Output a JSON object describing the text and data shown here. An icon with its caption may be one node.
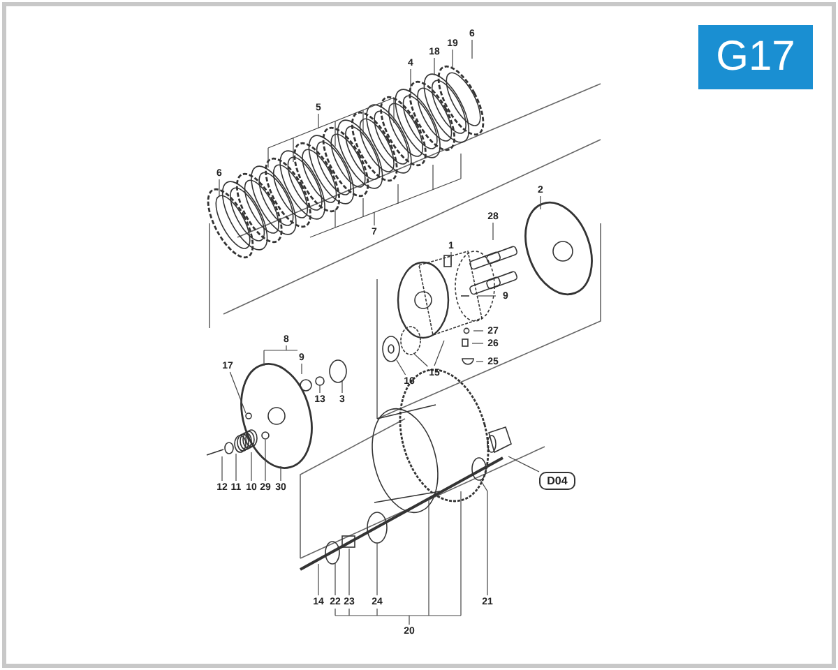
{
  "diagram": {
    "nodes": [
      {
        "text": [
          "6"
        ]
      },
      {
        "text": [
          "19"
        ]
      },
      {
        "text": [
          "18"
        ]
      },
      {
        "text": [
          "4"
        ]
      },
      {
        "text": [
          "5"
        ]
      },
      {
        "text": [
          "6"
        ]
      },
      {
        "text": [
          "7"
        ]
      },
      {
        "text": [
          "2"
        ]
      },
      {
        "text": [
          "28"
        ]
      },
      {
        "text": [
          "1"
        ]
      },
      {
        "text": [
          "9"
        ]
      },
      {
        "text": [
          "27"
        ]
      },
      {
        "text": [
          "26"
        ]
      },
      {
        "text": [
          "25"
        ]
      },
      {
        "text": [
          "8"
        ]
      },
      {
        "text": [
          "9"
        ]
      },
      {
        "text": [
          "17"
        ]
      },
      {
        "text": [
          "16"
        ]
      },
      {
        "text": [
          "15"
        ]
      },
      {
        "text": [
          "13"
        ]
      },
      {
        "text": [
          "3"
        ]
      },
      {
        "text": [
          "12"
        ]
      },
      {
        "text": [
          "11"
        ]
      },
      {
        "text": [
          "10"
        ]
      },
      {
        "text": [
          "29"
        ]
      },
      {
        "text": [
          "30"
        ]
      },
      {
        "text": [
          "D04"
        ]
      },
      {
        "text": [
          "14"
        ]
      },
      {
        "text": [
          "22"
        ]
      },
      {
        "text": [
          "23"
        ]
      },
      {
        "text": [
          "24"
        ]
      },
      {
        "text": [
          "21"
        ]
      },
      {
        "text": [
          "20"
        ]
      }
    ],
    "edges": [
      {
        "from": 0,
        "to": null,
        "arrow": "none"
      },
      {
        "from": 1,
        "to": null,
        "arrow": "none"
      },
      {
        "from": 2,
        "to": null,
        "arrow": "none"
      },
      {
        "from": 3,
        "to": null,
        "arrow": "none"
      },
      {
        "from": 4,
        "to": null,
        "arrow": "none"
      },
      {
        "from": 5,
        "to": null,
        "arrow": "none"
      },
      {
        "from": 6,
        "to": null,
        "arrow": "none"
      },
      {
        "from": 7,
        "to": null,
        "arrow": "none"
      },
      {
        "from": 8,
        "to": null,
        "arrow": "none"
      },
      {
        "from": 9,
        "to": null,
        "arrow": "none"
      },
      {
        "from": 10,
        "to": null,
        "arrow": "none"
      },
      {
        "from": 11,
        "to": null,
        "arrow": "none"
      },
      {
        "from": 12,
        "to": null,
        "arrow": "none"
      },
      {
        "from": 13,
        "to": null,
        "arrow": "none"
      },
      {
        "from": 14,
        "to": null,
        "arrow": "none"
      },
      {
        "from": 15,
        "to": null,
        "arrow": "none"
      },
      {
        "from": 16,
        "to": null,
        "arrow": "none"
      },
      {
        "from": 17,
        "to": null,
        "arrow": "none"
      },
      {
        "from": 18,
        "to": null,
        "arrow": "none"
      },
      {
        "from": 19,
        "to": null,
        "arrow": "none"
      },
      {
        "from": 20,
        "to": null,
        "arrow": "none"
      },
      {
        "from": 21,
        "to": null,
        "arrow": "none"
      },
      {
        "from": 22,
        "to": null,
        "arrow": "none"
      },
      {
        "from": 23,
        "to": null,
        "arrow": "none"
      },
      {
        "from": 24,
        "to": null,
        "arrow": "none"
      },
      {
        "from": 25,
        "to": null,
        "arrow": "none"
      },
      {
        "from": 26,
        "to": null,
        "arrow": "none"
      },
      {
        "from": 27,
        "to": null,
        "arrow": "none"
      },
      {
        "from": 28,
        "to": null,
        "arrow": "none"
      },
      {
        "from": 29,
        "to": null,
        "arrow": "none"
      },
      {
        "from": 30,
        "to": null,
        "arrow": "none"
      },
      {
        "from": 31,
        "to": null,
        "arrow": "none"
      },
      {
        "from": 32,
        "to": null,
        "arrow": "none"
      }
    ],
    "labels": [
      "G17"
    ]
  }
}
